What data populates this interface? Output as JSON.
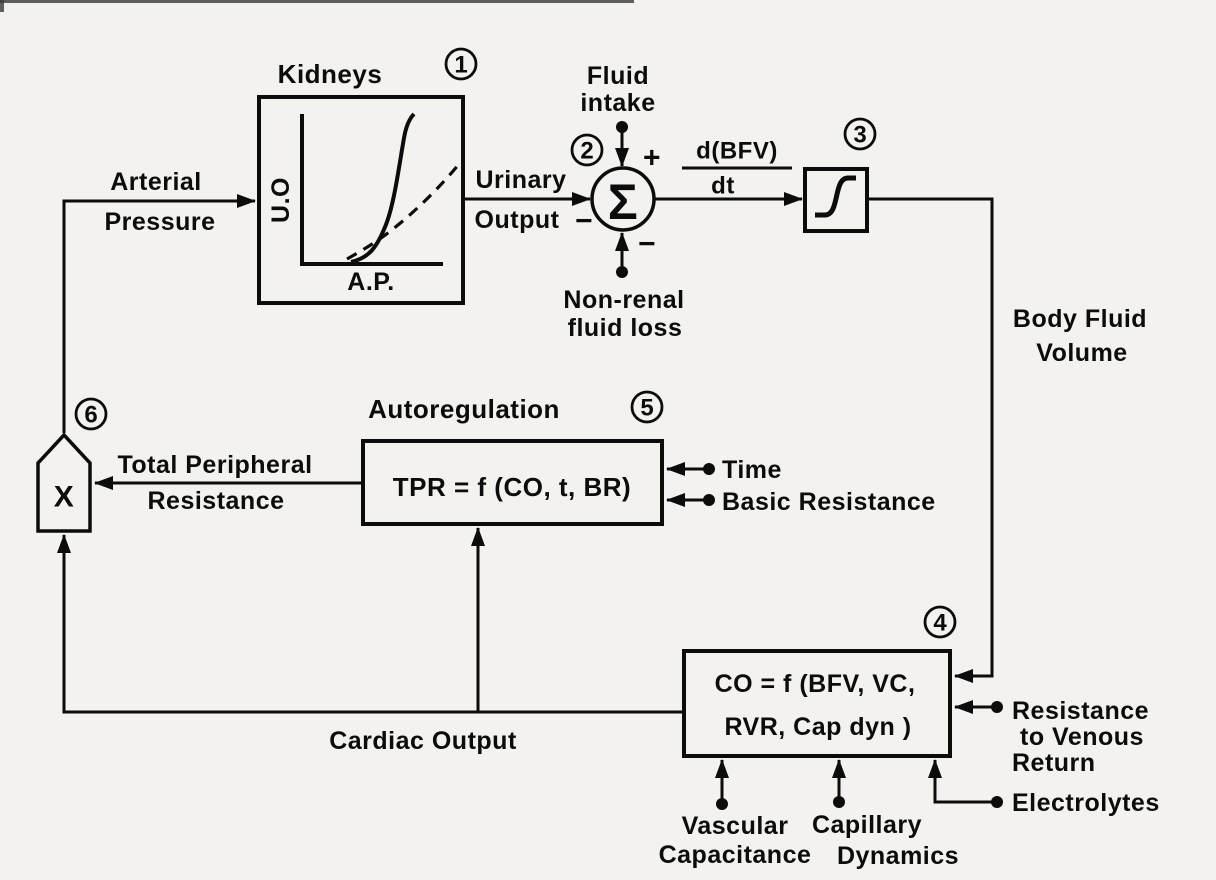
{
  "colors": {
    "background": "#f3f2ef",
    "ink": "#0c0c0c"
  },
  "blocks": {
    "kidneys": {
      "title": "Kidneys",
      "number": "1",
      "graph": {
        "y_axis": "U.O",
        "x_axis": "A.P.",
        "curves": [
          "solid-renal-function-curve",
          "dashed-renal-function-curve"
        ]
      }
    },
    "summing_junction": {
      "number": "2",
      "symbol": "Σ",
      "plus_sign": "+",
      "minus_sign_urinary": "−",
      "minus_sign_nonrenal": "−"
    },
    "integrator": {
      "number": "3",
      "symbol": "integral"
    },
    "cardiac_output_block": {
      "number": "4",
      "equation_lines": [
        "CO = f (BFV, VC,",
        "RVR, Cap dyn )"
      ]
    },
    "autoregulation": {
      "title": "Autoregulation",
      "number": "5",
      "equation": "TPR = f (CO, t, BR)"
    },
    "multiplier": {
      "number": "6",
      "symbol": "X"
    }
  },
  "signals": {
    "arterial_pressure": [
      "Arterial",
      "Pressure"
    ],
    "urinary_output": [
      "Urinary",
      "Output"
    ],
    "fluid_intake": [
      "Fluid",
      "intake"
    ],
    "non_renal_fluid_loss": [
      "Non-renal",
      "fluid loss"
    ],
    "dbfv_dt": {
      "numerator": "d(BFV)",
      "denominator": "dt"
    },
    "body_fluid_volume": [
      "Body Fluid",
      "Volume"
    ],
    "total_peripheral_resistance": [
      "Total Peripheral",
      "Resistance"
    ],
    "cardiac_output": "Cardiac Output",
    "time": "Time",
    "basic_resistance": "Basic Resistance",
    "resistance_to_venous_return": [
      "Resistance",
      "to Venous",
      "Return"
    ],
    "electrolytes": "Electrolytes",
    "vascular_capacitance": [
      "Vascular",
      "Capacitance"
    ],
    "capillary_dynamics": [
      "Capillary",
      "Dynamics"
    ]
  }
}
